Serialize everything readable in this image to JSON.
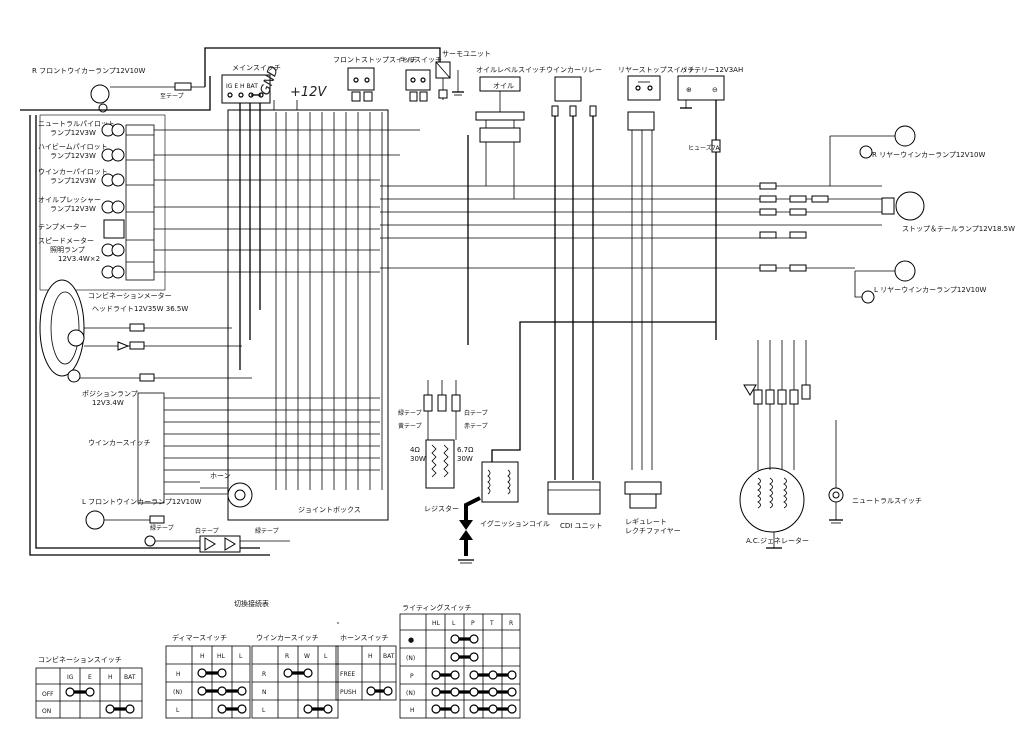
{
  "labels": {
    "r_front_winker": "R フロントウイカーランプ12V10W",
    "tape1": "至テープ",
    "main_switch": "メインスイッチ",
    "main_pins": "IG  E  H  BAT",
    "front_stop_switch": "フロントストップスイッチ",
    "kill_switch": "キルスイッチ",
    "thermo_unit": "サーモユニット",
    "oil_level_switch": "オイルレベルスイッチ",
    "oil": "オイル",
    "winker_relay": "ウインカーリレー",
    "rear_stop_switch": "リヤーストップスイッチ",
    "battery": "バッテリー12V3AH",
    "fuse": "ヒューズ7A",
    "neutral_pilot": "ニュートラルパイロット",
    "neutral_pilot_b": "ランプ12V3W",
    "highbeam_pilot": "ハイビームパイロット",
    "highbeam_pilot_b": "ランプ12V3W",
    "winker_pilot": "ウインカーパイロット",
    "winker_pilot_b": "ランプ12V3W",
    "oil_pressure": "オイルプレッシャー",
    "oil_pressure_b": "ランプ12V3W",
    "temp_meter": "テンプメーター",
    "speedo_light": "スピードメーター",
    "speedo_light_b": "照明ランプ",
    "speedo_light_c": "12V3.4W×2",
    "combination_meter": "コンビネーションメーター",
    "headlight": "ヘッドライト12V35W 36.5W",
    "position_lamp": "ポジションランプ",
    "position_lamp_b": "12V3.4W",
    "winker_switch": "ウインカースイッチ",
    "horn": "ホーン",
    "joint_box": "ジョイントボックス",
    "l_front_winker": "L フロントウインカーランプ12V10W",
    "green_tape": "緑テープ",
    "white_tape": "白テープ",
    "r_rear_winker": "R リヤーウインカーランプ12V10W",
    "stop_tail": "ストップ＆テールランプ12V18.5W",
    "l_rear_winker": "L リヤーウインカーランプ12V10W",
    "resistor": "レジスター",
    "res1": "4Ω",
    "res1b": "30W",
    "res2": "6.7Ω",
    "res2b": "30W",
    "ignition_coil": "イグニッションコイル",
    "cdi_unit": "CDI ユニット",
    "regulator": "レギュレート",
    "regulator_b": "レクチファイヤー",
    "ac_generator": "A.C.ジェネレーター",
    "neutral_switch": "ニュートラルスイッチ",
    "yellow_tape": "黄テープ",
    "red_tape": "赤テープ",
    "gnd": "GND",
    "v12": "+12V"
  },
  "tables": {
    "kirikae_title": "切換接続表",
    "combination": {
      "title": "コンビネーションスイッチ",
      "cols": [
        "",
        "IG",
        "E",
        "H",
        "BAT"
      ],
      "rows": [
        "OFF",
        "ON"
      ]
    },
    "dimmer": {
      "title": "ディマースイッチ",
      "cols": [
        "",
        "H",
        "HL",
        "L"
      ],
      "rows": [
        "H",
        "(N)",
        "L"
      ]
    },
    "winker": {
      "title": "ウインカースイッチ",
      "cols": [
        "",
        "R",
        "W",
        "L"
      ],
      "rows": [
        "R",
        "N",
        "L"
      ]
    },
    "horn": {
      "title": "ホーンスイッチ",
      "cols": [
        "",
        "H",
        "BAT"
      ],
      "rows": [
        "FREE",
        "PUSH"
      ]
    },
    "lighting": {
      "title": "ライティングスイッチ",
      "cols": [
        "",
        "HL",
        "L",
        "P",
        "T",
        "R"
      ],
      "rows": [
        "●",
        "(N)",
        "P",
        "(N)",
        "H"
      ]
    }
  }
}
